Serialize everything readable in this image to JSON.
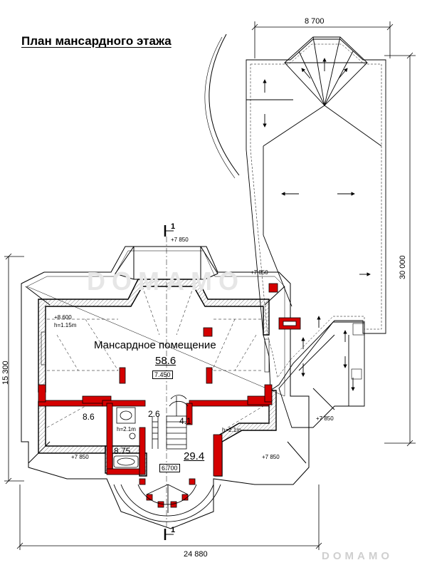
{
  "title": "План мансардного этажа",
  "dimensions": {
    "top_width": "8 700",
    "right_length": "30 000",
    "left_height": "15 300",
    "bottom_width": "24 880"
  },
  "section_marks": {
    "top": "1",
    "bottom": "1"
  },
  "levels": {
    "top_gable": "+7 850",
    "right_upper": "+7 850",
    "right_lower": "+7 850",
    "bottom_left": "+7 850",
    "bottom_right": "+7 850",
    "ridge": "+8.600",
    "height_left": "h=1.15m",
    "height_bath": "h=2.1m",
    "height_right": "h=2.1m"
  },
  "rooms": {
    "main_name": "Мансардное помещение",
    "main_area": "58.6",
    "main_level": "7.450",
    "left_area": "8.6",
    "bath_area": "8.75",
    "stair_area": "2.6",
    "closet_area": "4.1",
    "south_area": "29.4",
    "south_level": "6.700"
  },
  "watermark": {
    "main": "DOMAMO",
    "corner": "DOMAMO"
  },
  "colors": {
    "wall_fill": "#d40000",
    "hatch": "#999999",
    "line": "#000000"
  }
}
